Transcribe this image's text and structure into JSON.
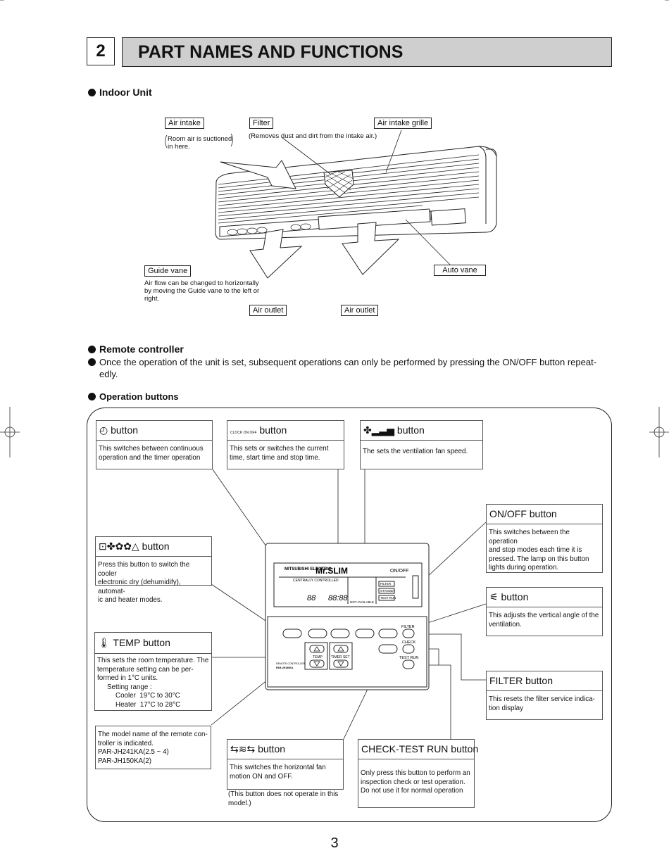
{
  "section": {
    "number": "2",
    "title": "PART NAMES AND FUNCTIONS"
  },
  "indoor": {
    "heading": "Indoor Unit",
    "air_intake": "Air intake",
    "air_intake_note": [
      "Room air is suctioned",
      "in here."
    ],
    "filter": "Filter",
    "filter_note": "(Removes dust and dirt from the intake air.)",
    "grille": "Air intake grille",
    "guide_vane": "Guide vane",
    "guide_vane_note": [
      "Air flow can be changed to horizontally",
      "by moving the Guide vane to the left or",
      "right."
    ],
    "auto_vane": "Auto vane",
    "air_outlet_1": "Air outlet",
    "air_outlet_2": "Air outlet"
  },
  "remote": {
    "heading": "Remote controller",
    "note_line1": "Once the operation of the unit is set, subsequent operations can only be performed by pressing the ON/OFF button repeat-",
    "note_line2": "edly."
  },
  "operation": {
    "heading": "Operation buttons",
    "timer": {
      "label": "button",
      "desc": [
        "This switches between continuous",
        "operation and the timer operation"
      ]
    },
    "clock": {
      "label": "button",
      "icon_text": "CLOCK ON OFF",
      "desc": [
        "This sets or switches the current",
        "time, start time and stop time."
      ]
    },
    "fan": {
      "label": "button",
      "desc": [
        "The sets the ventilation fan speed."
      ]
    },
    "onoff": {
      "label": "ON/OFF button",
      "desc": [
        "This switches between the operation",
        "and stop modes each time it is",
        "pressed. The lamp on this button",
        "lights during operation."
      ]
    },
    "mode": {
      "label": "button",
      "desc": [
        "Press this button to switch the cooler",
        "electronic dry (dehumidify), automat-",
        "ic and heater modes."
      ]
    },
    "vane": {
      "label": "button",
      "desc": [
        "This adjusts the vertical angle of the",
        "ventilation."
      ]
    },
    "temp": {
      "label": "TEMP button",
      "desc": [
        "This sets the room temperature. The",
        "temperature setting can be per-",
        "formed in 1°C units."
      ],
      "range_title": "Setting range :",
      "cooler": "Cooler  19°C to 30°C",
      "heater": "Heater  17°C to 28°C"
    },
    "filter": {
      "label": "FILTER button",
      "desc": [
        "This resets the filter service indica-",
        "tion display"
      ]
    },
    "model": {
      "desc": [
        "The model name of the remote con-",
        "troller is indicated.",
        "PAR-JH241KA(2.5 ~ 4)",
        "PAR-JH150KA(2)"
      ]
    },
    "swing": {
      "label": "button",
      "desc": [
        "This switches the horizontal fan",
        "motion ON and OFF."
      ],
      "note": [
        "(This button does not operate in this",
        "model.)"
      ]
    },
    "check": {
      "label": "CHECK-TEST RUN button",
      "desc": [
        "Only press this button to perform an",
        "inspection check or test operation.",
        "Do not use it for normal operation"
      ]
    }
  },
  "device": {
    "brand": "MITSUBISHI ELECTRIC",
    "model_logo": "Mr.SLIM",
    "onoff": "ON/OFF",
    "centrally": "CENTRALLY CONTROLLED",
    "filter_ind": "FILTER",
    "standby": "STANDBY",
    "test_ind": "TEST RUN",
    "not_available": "NOT AVAILABLE",
    "temp_digits": "88",
    "time_digits": "88:88",
    "btn_filter": "FILTER",
    "btn_check": "CHECK",
    "btn_test": "TEST RUN",
    "btn_temp": "TEMP",
    "btn_timer": "TIMER SET",
    "model_label": "REMOTE CONTROLLER",
    "model_code": "PAR-JH150KA"
  },
  "page_number": "3"
}
